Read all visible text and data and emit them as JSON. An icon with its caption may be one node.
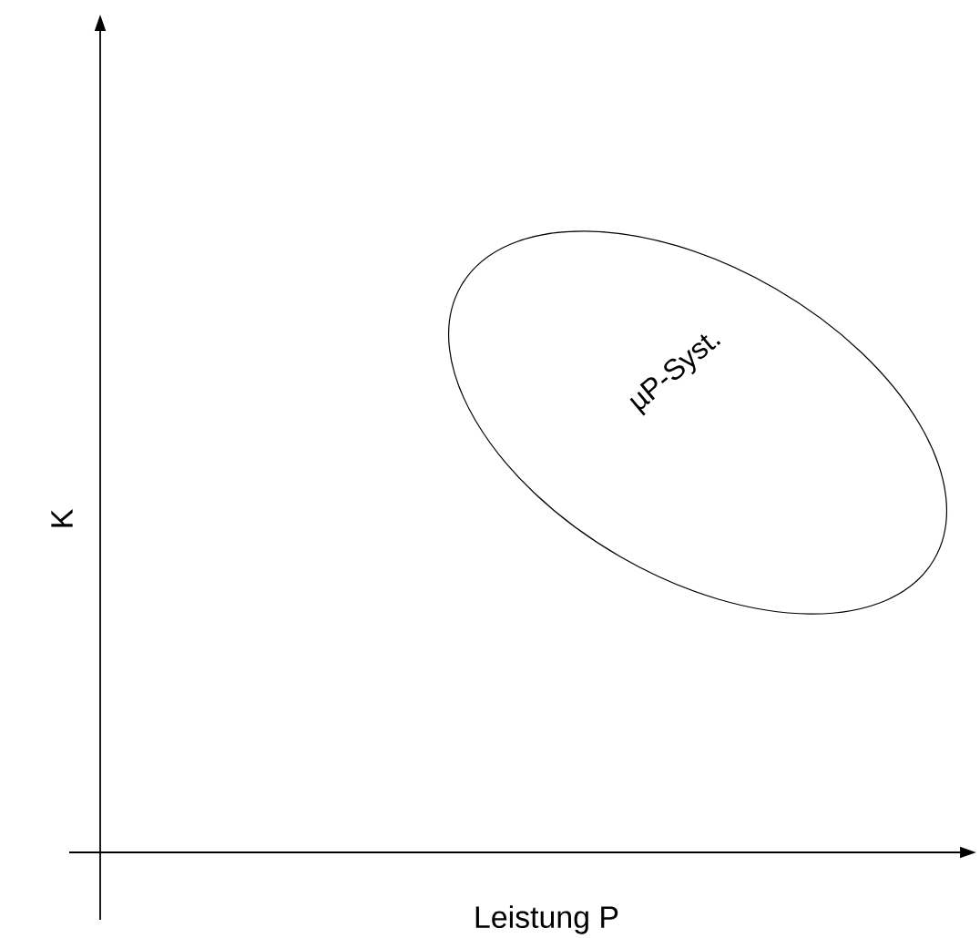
{
  "diagram": {
    "nodes": [
      {
        "text": [
          "µP-Syst."
        ]
      }
    ],
    "labels": [
      "K",
      "Leistung P"
    ]
  }
}
